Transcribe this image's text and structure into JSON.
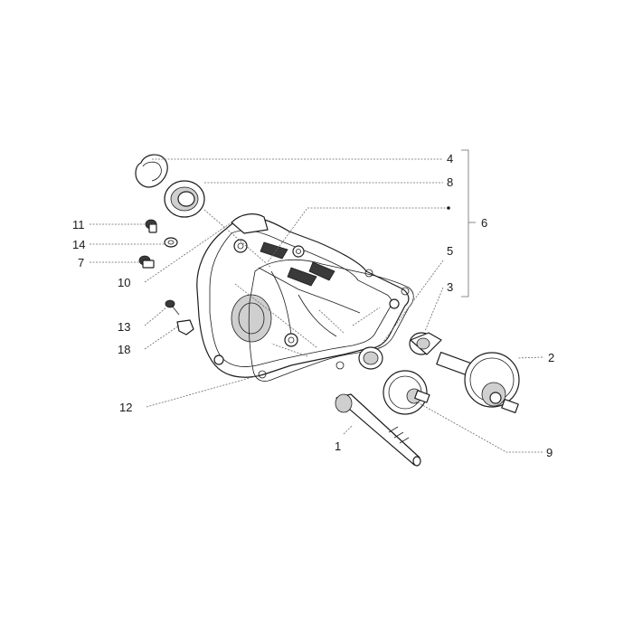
{
  "diagram": {
    "callouts": {
      "c1": "1",
      "c2": "2",
      "c3": "3",
      "c4": "4",
      "c5": "5",
      "c6": "6",
      "c7": "7",
      "c8": "8",
      "c9": "9",
      "c10": "10",
      "c11": "11",
      "c12": "12",
      "c13": "13",
      "c14": "14",
      "c18": "18"
    }
  }
}
